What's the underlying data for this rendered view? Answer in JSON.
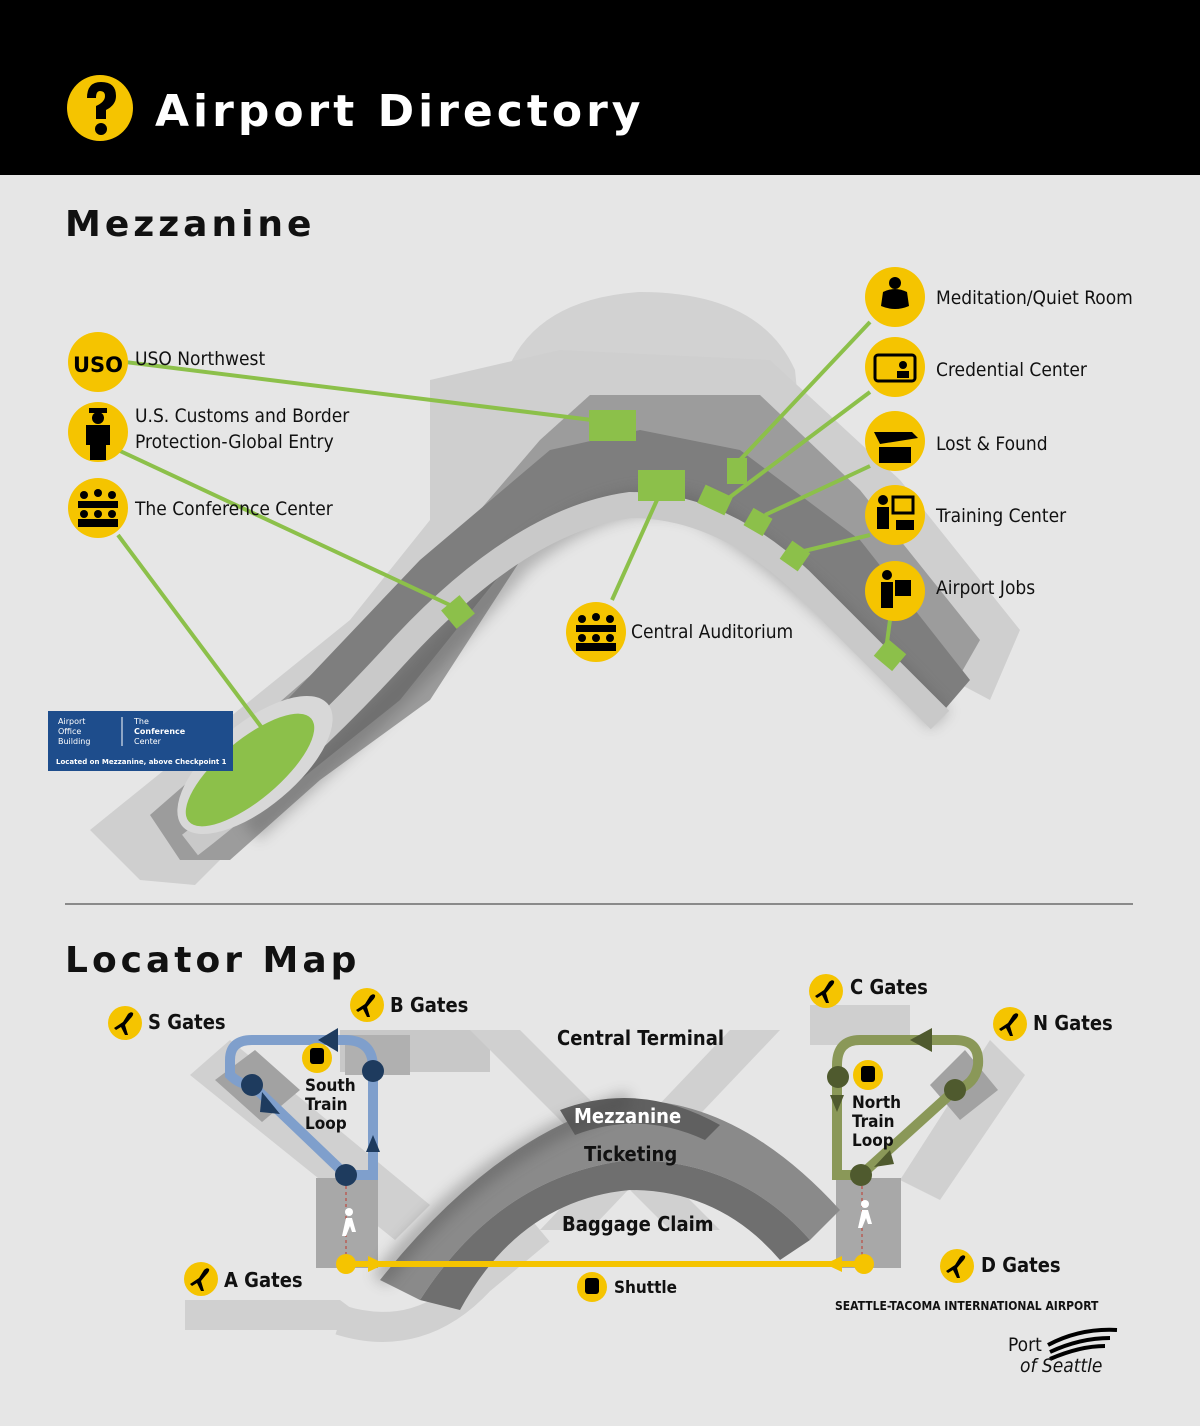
{
  "header": {
    "title": "Airport Directory"
  },
  "mezzanine": {
    "title": "Mezzanine",
    "left_items": [
      {
        "label": "USO Northwest",
        "icon": "uso-icon"
      },
      {
        "label": "U.S. Customs and Border",
        "label2": "Protection-Global Entry",
        "icon": "customs-officer-icon"
      },
      {
        "label": "The Conference Center",
        "icon": "conference-icon"
      }
    ],
    "right_items": [
      {
        "label": "Meditation/Quiet Room",
        "icon": "meditation-icon"
      },
      {
        "label": "Credential Center",
        "icon": "credential-card-icon"
      },
      {
        "label": "Lost & Found",
        "icon": "lost-found-icon"
      },
      {
        "label": "Training Center",
        "icon": "training-icon"
      },
      {
        "label": "Airport Jobs",
        "icon": "jobs-icon"
      }
    ],
    "central_item": {
      "label": "Central Auditorium",
      "icon": "conference-icon"
    },
    "conference_sign": {
      "line1": "Airport",
      "line2": "Office",
      "line3": "Building",
      "right1": "The",
      "right2": "Conference",
      "right3": "Center",
      "note": "Located on Mezzanine, above Checkpoint 1"
    },
    "uso_icon_text": "USO"
  },
  "locator": {
    "title": "Locator Map",
    "gates": {
      "s": "S Gates",
      "b": "B Gates",
      "c": "C Gates",
      "n": "N Gates",
      "a": "A Gates",
      "d": "D Gates"
    },
    "labels": {
      "central_terminal": "Central Terminal",
      "mezzanine": "Mezzanine",
      "ticketing": "Ticketing",
      "baggage_claim": "Baggage Claim",
      "shuttle": "Shuttle",
      "south_loop": [
        "South",
        "Train",
        "Loop"
      ],
      "north_loop": [
        "North",
        "Train",
        "Loop"
      ]
    }
  },
  "footer": {
    "airport_name": "SEATTLE-TACOMA INTERNATIONAL AIRPORT",
    "port_line1": "Port",
    "port_line2": "of Seattle"
  },
  "colors": {
    "accent_yellow": "#f5c400",
    "location_green": "#8cc04a",
    "south_loop_blue": "#7f9fcc",
    "north_loop_olive": "#8a9858",
    "conference_blue": "#1e4d8c"
  }
}
